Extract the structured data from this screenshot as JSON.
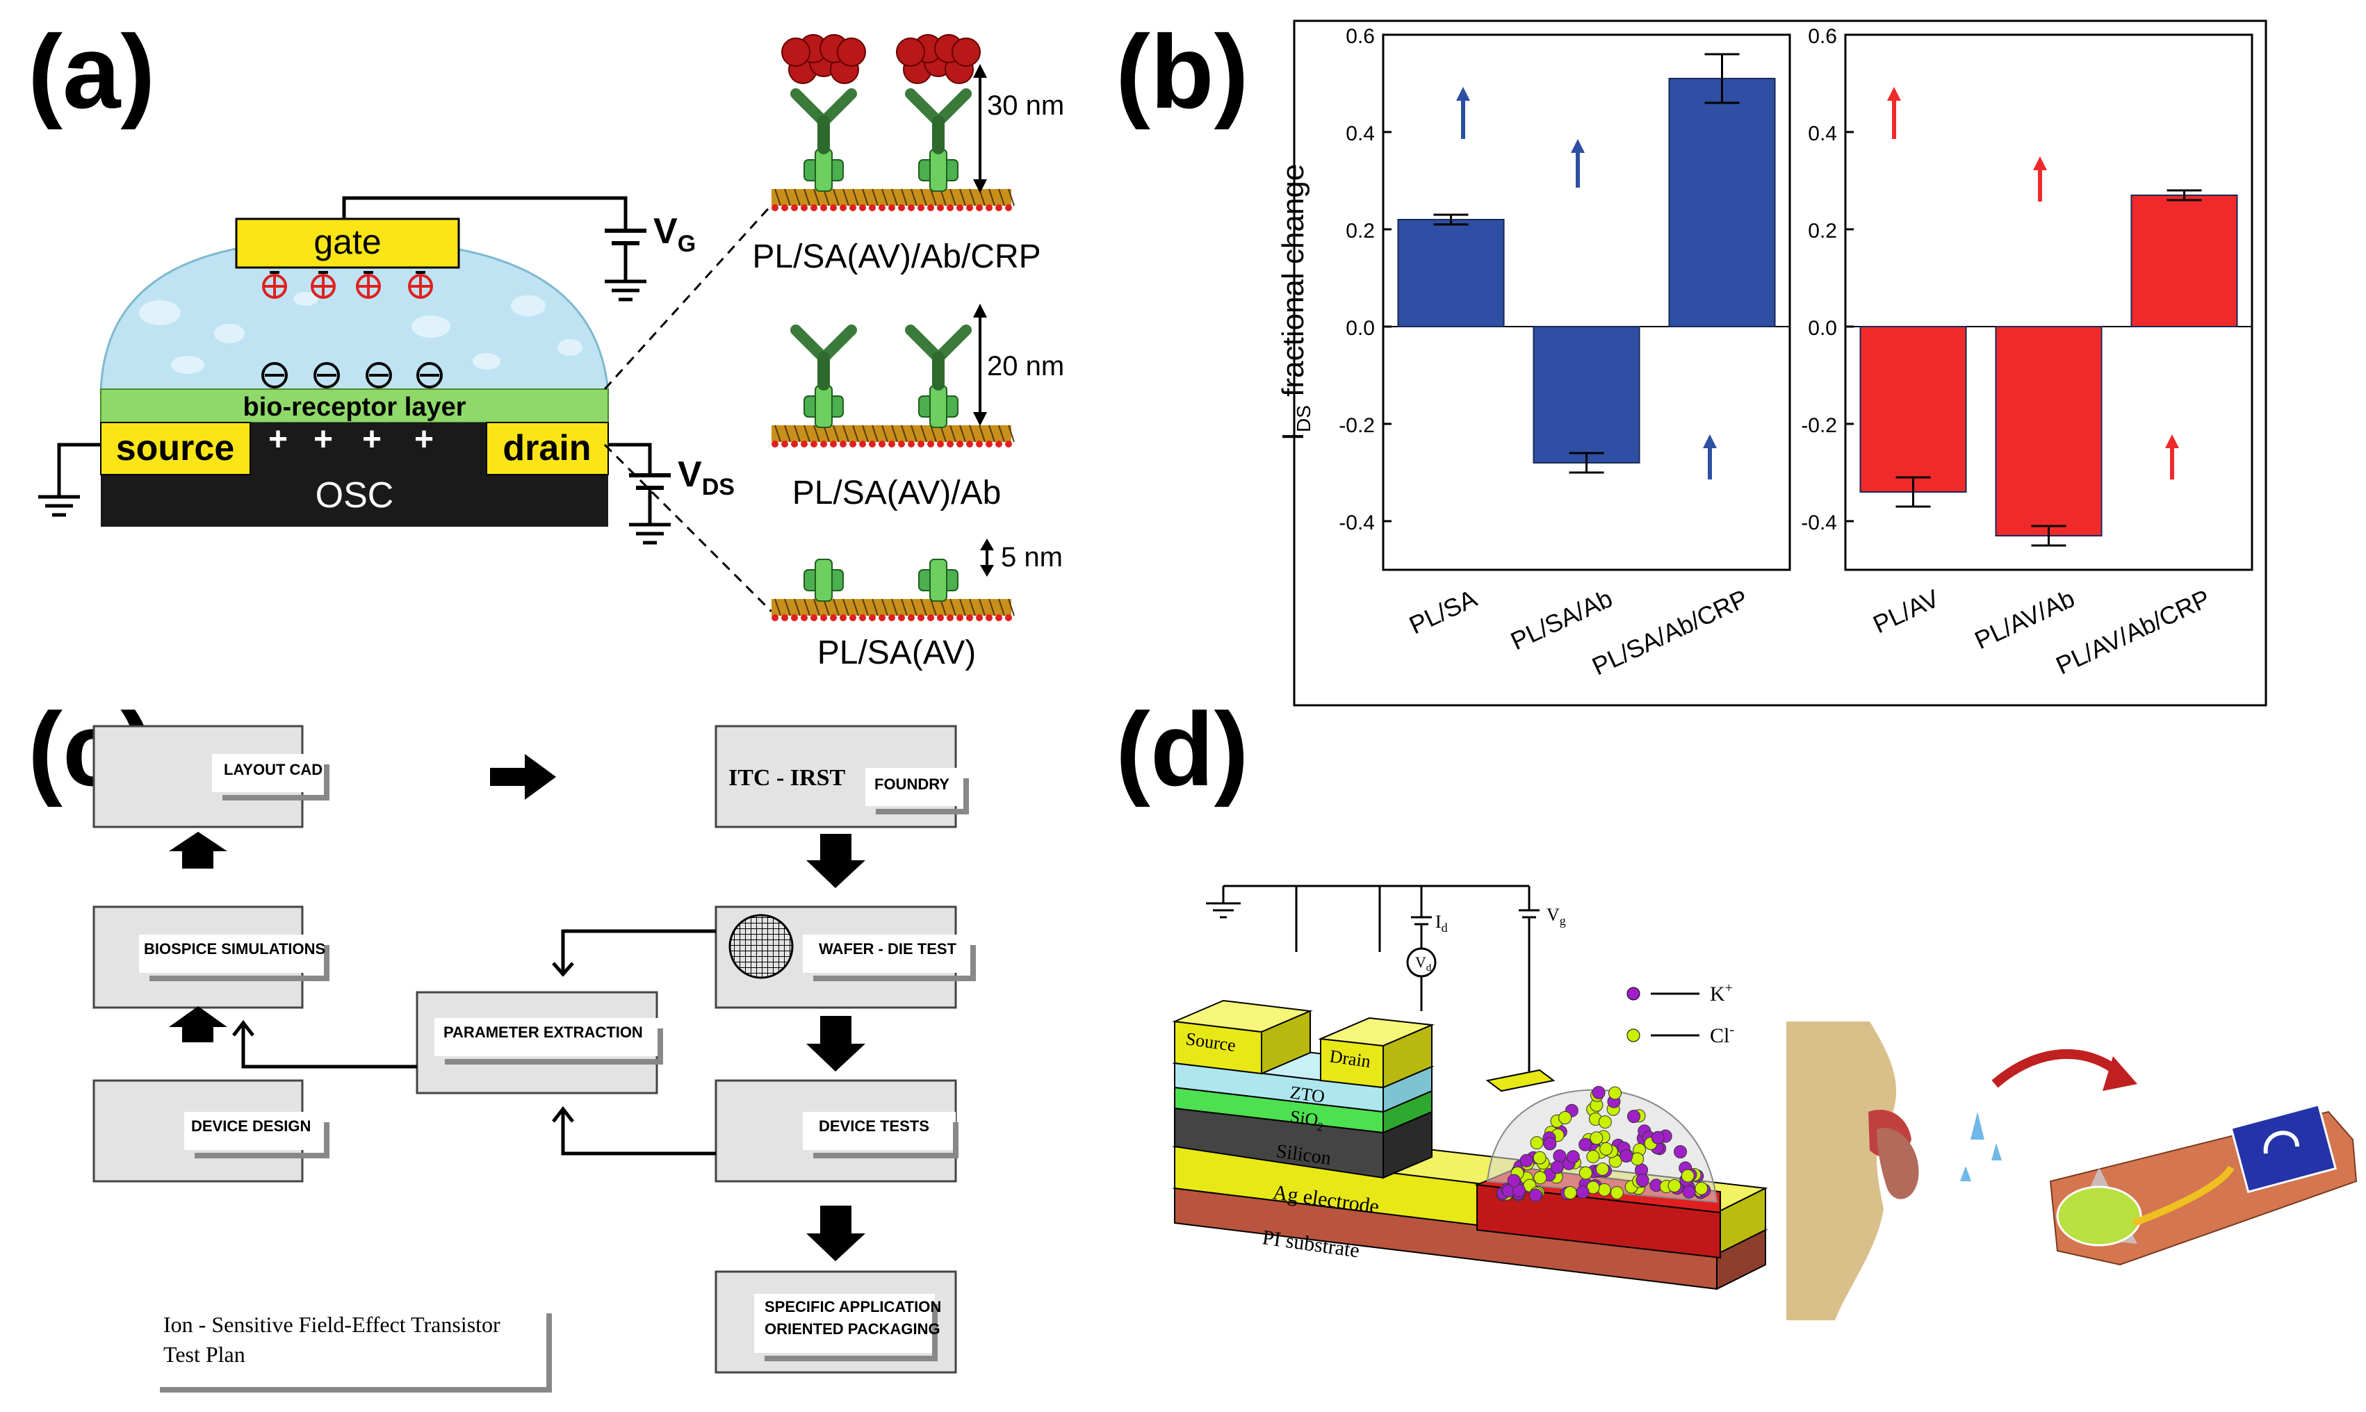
{
  "panel_labels": {
    "a": "(a)",
    "b": "(b)",
    "c": "(c)",
    "d": "(d)"
  },
  "colors": {
    "gate_yellow": "#fbe516",
    "electrolyte_blue": "#bfe3f2",
    "receptor_green": "#8fd96a",
    "osc_black": "#1a1a1a",
    "bar_blue": "#2e4fa3",
    "bar_red": "#f02a2a",
    "flow_box": "#e3e3e3",
    "substrate": "#b9543e"
  },
  "panel_a": {
    "gate": "gate",
    "receptor": "bio-receptor layer",
    "source": "source",
    "drain": "drain",
    "osc": "OSC",
    "vg": "V",
    "vg_sub": "G",
    "vds": "V",
    "vds_sub": "DS",
    "plus": "+",
    "minus": "−",
    "layers": [
      {
        "label": "PL/SA(AV)/Ab/CRP",
        "dim": "30 nm"
      },
      {
        "label": "PL/SA(AV)/Ab",
        "dim": "20 nm"
      },
      {
        "label": "PL/SA(AV)",
        "dim": "5 nm"
      }
    ]
  },
  "chart_data": {
    "type": "bar",
    "ylabel": "I",
    "ylabel_sub": "DS",
    "ylabel_rest": " fractional change",
    "ylim": [
      -0.5,
      0.6
    ],
    "yticks": [
      "0.6",
      "0.4",
      "0.2",
      "0.0",
      "-0.2",
      "-0.4"
    ],
    "panels": [
      {
        "color": "#2e4fa3",
        "categories": [
          "PL/SA",
          "PL/SA/Ab",
          "PL/SA/Ab/CRP"
        ],
        "values": [
          0.22,
          -0.28,
          0.51
        ],
        "errors": [
          0.01,
          0.02,
          0.05
        ]
      },
      {
        "color": "#f02a2a",
        "categories": [
          "PL/AV",
          "PL/AV/Ab",
          "PL/AV/Ab/CRP"
        ],
        "values": [
          -0.34,
          -0.43,
          0.27
        ],
        "errors": [
          0.03,
          0.02,
          0.01
        ]
      }
    ]
  },
  "panel_c": {
    "layout_cad": "LAYOUT CAD",
    "biospice": "BIOSPICE SIMULATIONS",
    "device_design": "DEVICE DESIGN",
    "itc": "ITC - IRST",
    "foundry": "FOUNDRY",
    "wafer": "WAFER - DIE TEST",
    "param": "PARAMETER EXTRACTION",
    "device_tests": "DEVICE TESTS",
    "packaging_1": "SPECIFIC APPLICATION",
    "packaging_2": "ORIENTED PACKAGING",
    "caption_1": "Ion - Sensitive Field-Effect Transistor",
    "caption_2": "Test Plan"
  },
  "panel_d": {
    "source": "Source",
    "drain": "Drain",
    "zto": "ZTO",
    "sio2": "SiO",
    "sio2_sub": "2",
    "silicon": "Silicon",
    "ag": "Ag electrode",
    "pi": "PI substrate",
    "id": "I",
    "id_sub": "d",
    "vd": "V",
    "vd_sub": "d",
    "vg": "V",
    "vg_sub": "g",
    "k": "K",
    "k_sup": "+",
    "cl": "Cl",
    "cl_sup": "-",
    "k_color": "#a020c8",
    "cl_color": "#c8f000"
  }
}
